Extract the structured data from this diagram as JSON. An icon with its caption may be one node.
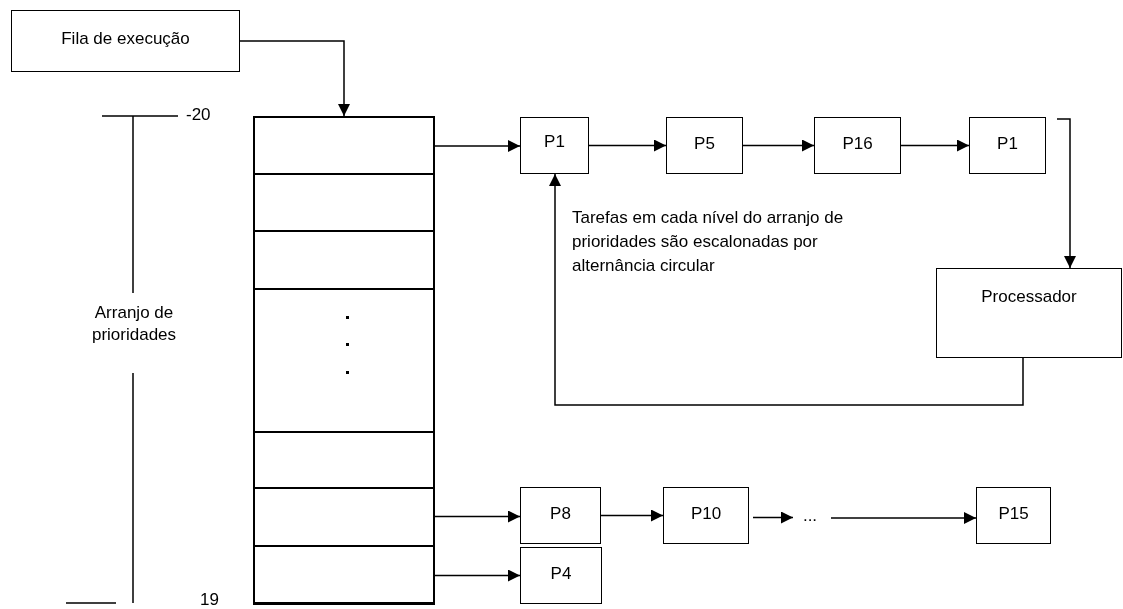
{
  "diagram": {
    "nodes": [
      {
        "text": [
          "Fila de execução"
        ]
      },
      {
        "text": [],
        "shape": "box"
      },
      {
        "text": [],
        "shape": "box",
        "in": 1
      },
      {
        "text": [],
        "shape": "box",
        "in": 1
      },
      {
        "text": [],
        "shape": "box",
        "in": 1
      },
      {
        "text": [],
        "shape": "box",
        "in": 1
      },
      {
        "text": [],
        "shape": "box",
        "in": 1
      },
      {
        "text": [],
        "shape": "box",
        "in": 1
      },
      {
        "text": [],
        "shape": "box",
        "in": 1
      },
      {
        "text": [
          "P1"
        ]
      },
      {
        "text": [
          "P5"
        ]
      },
      {
        "text": [
          "P16"
        ]
      },
      {
        "text": [
          "P1"
        ]
      },
      {
        "text": [
          "Processador"
        ]
      },
      {
        "text": [
          "P8"
        ]
      },
      {
        "text": [
          "P10"
        ]
      },
      {
        "text": [
          "..."
        ]
      },
      {
        "text": [
          "P15"
        ]
      },
      {
        "text": [
          "P4"
        ]
      }
    ],
    "edges": [
      {
        "from": 0,
        "to": 1,
        "arrow": "to"
      },
      {
        "from": 2,
        "to": 9,
        "arrow": "to"
      },
      {
        "from": 9,
        "to": 10,
        "arrow": "to"
      },
      {
        "from": 10,
        "to": 11,
        "arrow": "to"
      },
      {
        "from": 11,
        "to": 12,
        "arrow": "to"
      },
      {
        "from": 12,
        "to": 13,
        "arrow": "to"
      },
      {
        "from": 13,
        "to": 9,
        "arrow": "to"
      },
      {
        "from": 7,
        "to": 14,
        "arrow": "to"
      },
      {
        "from": 14,
        "to": 15,
        "arrow": "to"
      },
      {
        "from": 15,
        "to": 16,
        "arrow": "to"
      },
      {
        "from": 16,
        "to": 17,
        "arrow": "to"
      },
      {
        "from": 8,
        "to": 18,
        "arrow": "to"
      }
    ],
    "labels": [
      "-20",
      "Arranjo de prioridades",
      "19",
      "Tarefas em cada nível do arranjo de prioridades são escalonadas por alternância circular"
    ]
  }
}
